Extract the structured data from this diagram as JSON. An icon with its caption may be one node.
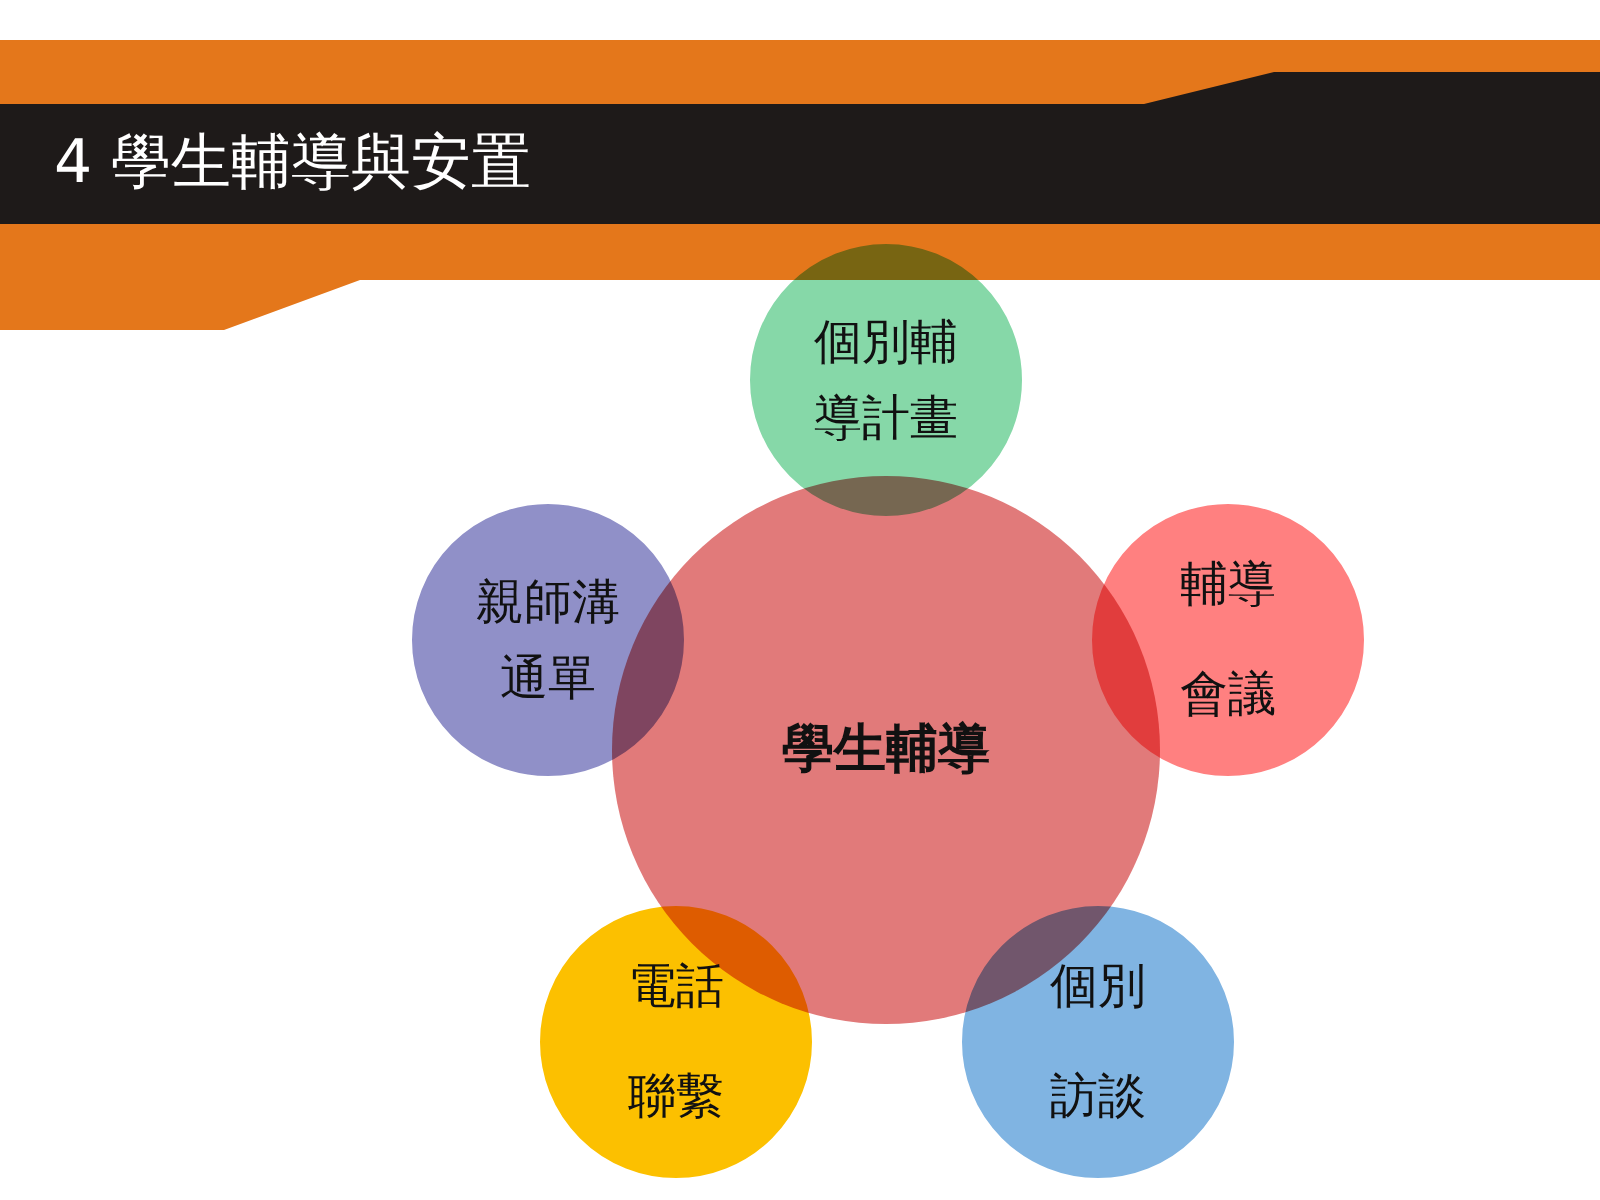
{
  "diagram": {
    "title": "4 學生輔導與安置",
    "nodes": [
      {
        "text": [
          "學生輔導"
        ]
      },
      {
        "text": [
          "個別輔導計畫"
        ]
      },
      {
        "text": [
          "輔導會議"
        ]
      },
      {
        "text": [
          "個別訪談"
        ]
      },
      {
        "text": [
          "電話聯繫"
        ]
      },
      {
        "text": [
          "親師溝通單"
        ]
      }
    ],
    "edges": []
  }
}
